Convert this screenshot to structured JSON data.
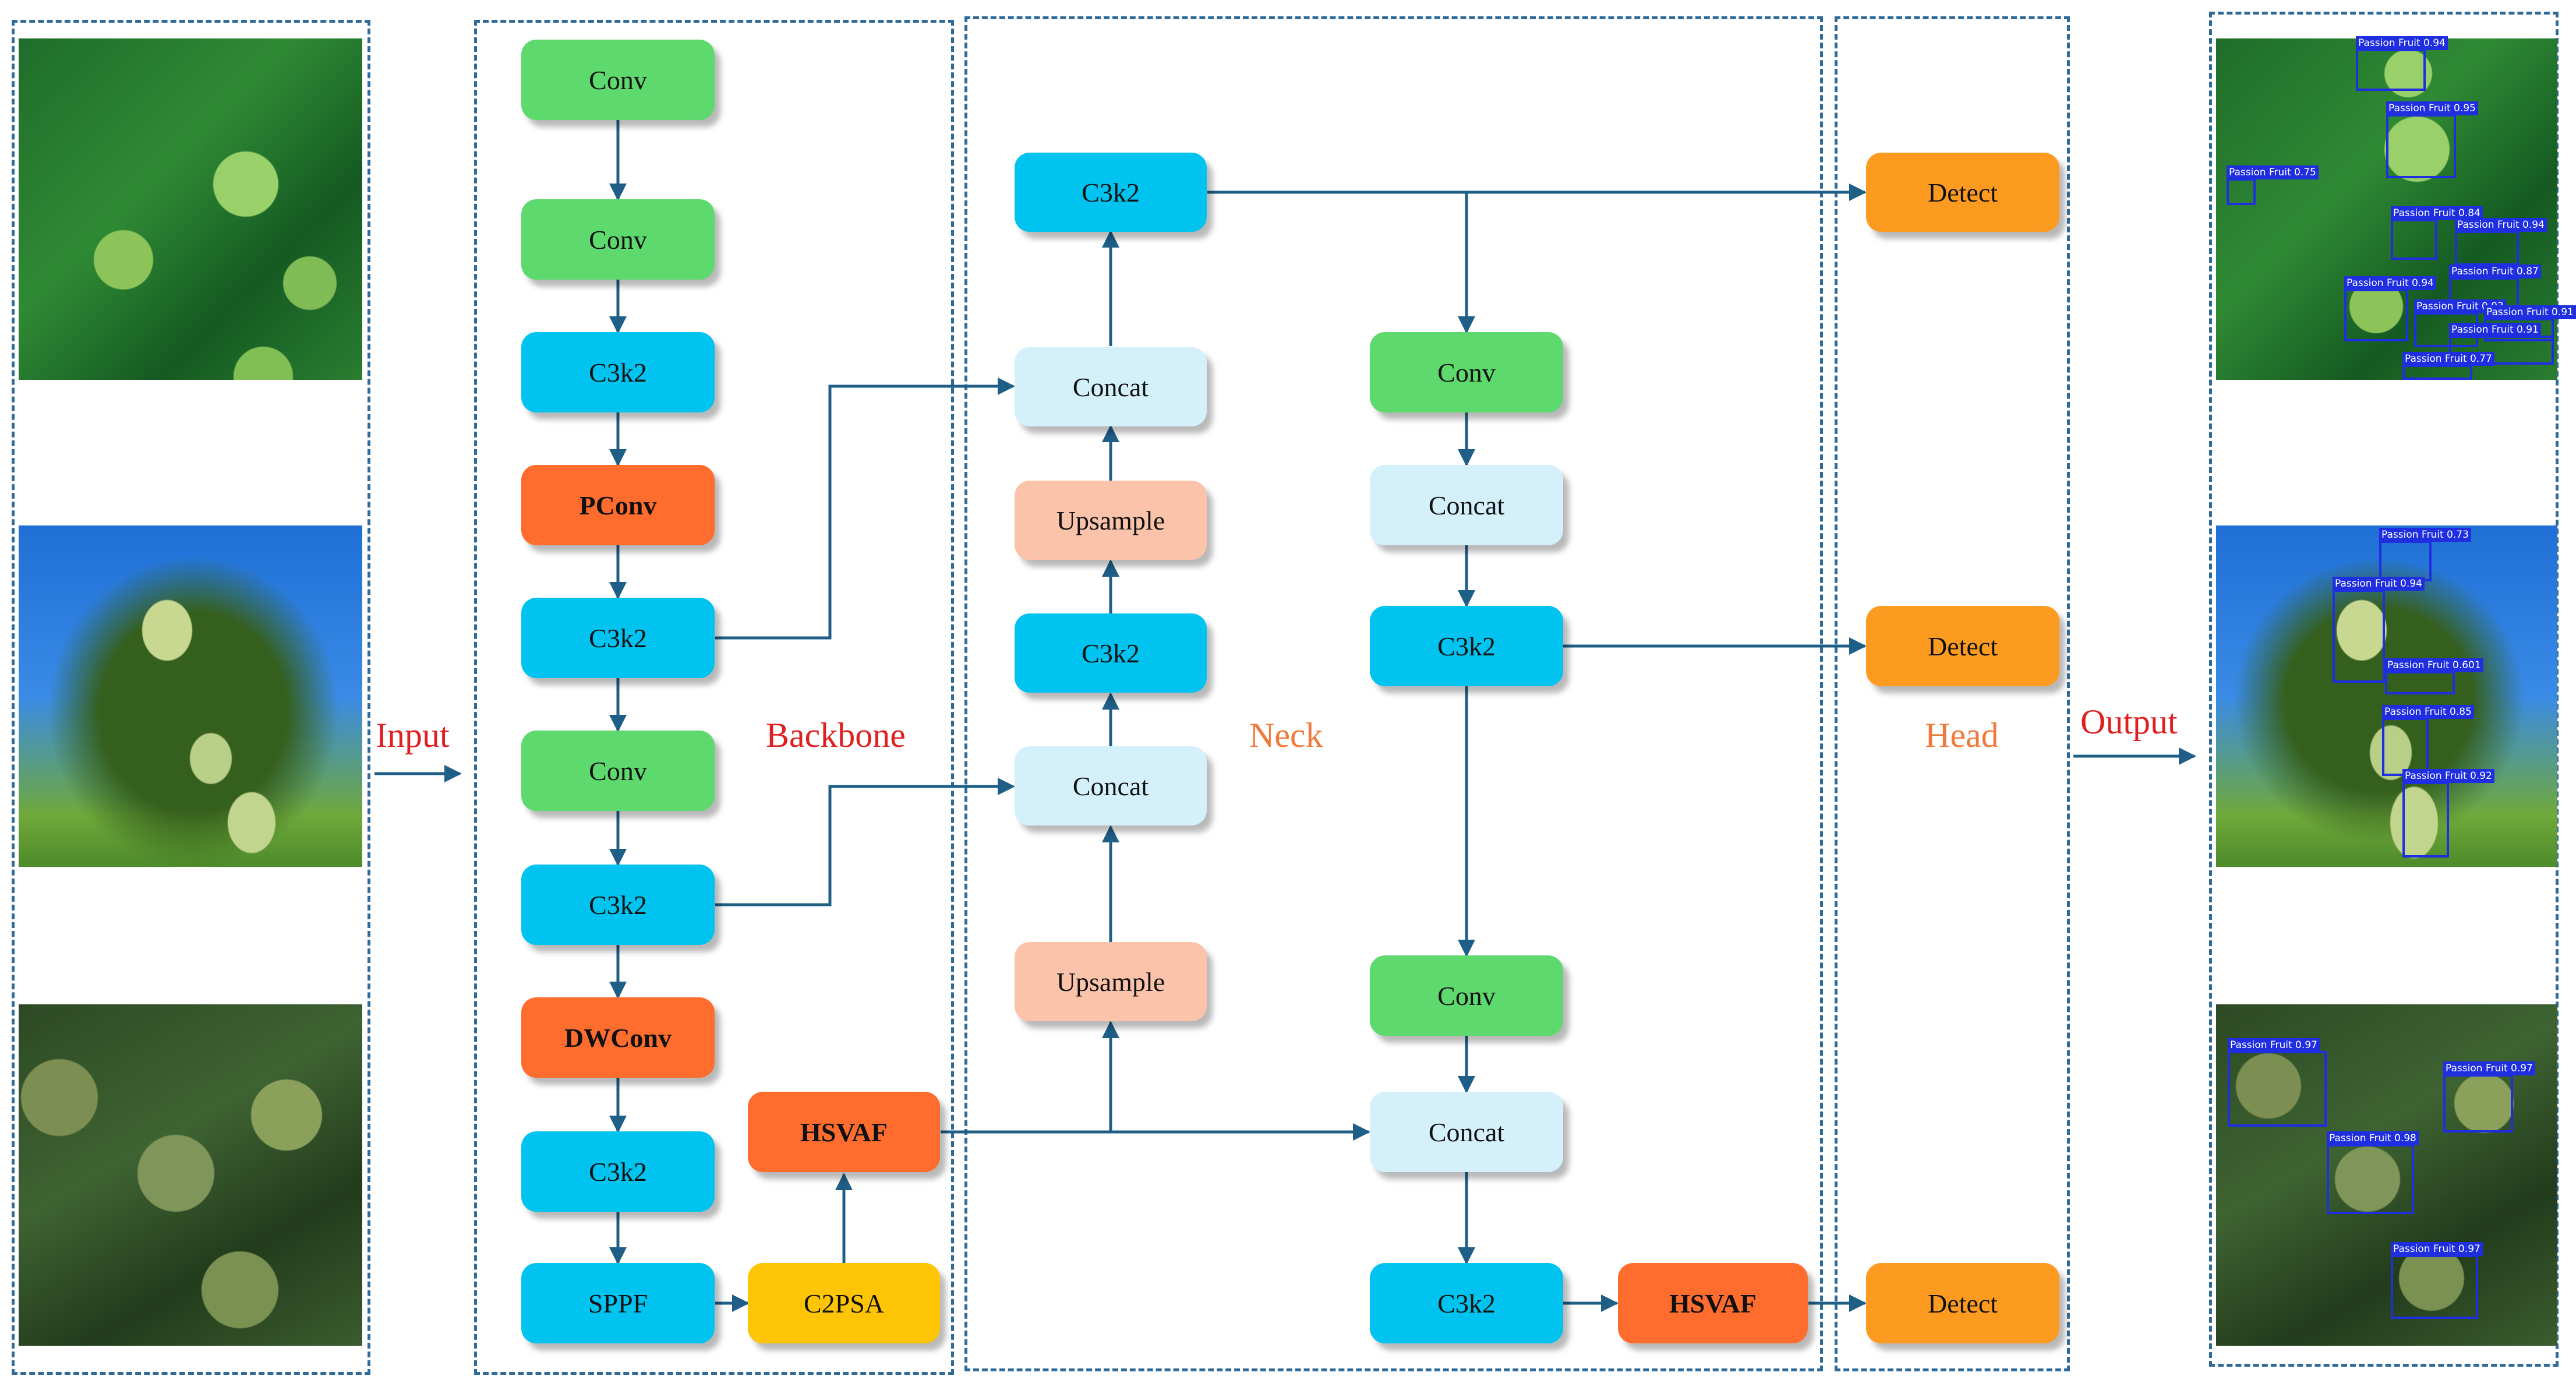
{
  "sections": {
    "input": "Input",
    "backbone": "Backbone",
    "neck": "Neck",
    "head": "Head",
    "output": "Output"
  },
  "backbone": [
    {
      "id": "b1",
      "label": "Conv",
      "kind": "green"
    },
    {
      "id": "b2",
      "label": "Conv",
      "kind": "green"
    },
    {
      "id": "b3",
      "label": "C3k2",
      "kind": "cyan"
    },
    {
      "id": "b4",
      "label": "PConv",
      "kind": "orange"
    },
    {
      "id": "b5",
      "label": "C3k2",
      "kind": "cyan"
    },
    {
      "id": "b6",
      "label": "Conv",
      "kind": "green"
    },
    {
      "id": "b7",
      "label": "C3k2",
      "kind": "cyan"
    },
    {
      "id": "b8",
      "label": "DWConv",
      "kind": "orange"
    },
    {
      "id": "b9",
      "label": "C3k2",
      "kind": "cyan"
    },
    {
      "id": "b10",
      "label": "SPPF",
      "kind": "cyan"
    },
    {
      "id": "b11",
      "label": "C2PSA",
      "kind": "yellow"
    },
    {
      "id": "b12",
      "label": "HSVAF",
      "kind": "orange"
    }
  ],
  "neck": [
    {
      "id": "n1",
      "label": "C3k2",
      "kind": "cyan"
    },
    {
      "id": "n2",
      "label": "Concat",
      "kind": "pale"
    },
    {
      "id": "n3",
      "label": "Upsample",
      "kind": "peach"
    },
    {
      "id": "n4",
      "label": "C3k2",
      "kind": "cyan"
    },
    {
      "id": "n5",
      "label": "Concat",
      "kind": "pale"
    },
    {
      "id": "n6",
      "label": "Upsample",
      "kind": "peach"
    },
    {
      "id": "n7",
      "label": "Conv",
      "kind": "green"
    },
    {
      "id": "n8",
      "label": "Concat",
      "kind": "pale"
    },
    {
      "id": "n9",
      "label": "C3k2",
      "kind": "cyan"
    },
    {
      "id": "n10",
      "label": "Conv",
      "kind": "green"
    },
    {
      "id": "n11",
      "label": "Concat",
      "kind": "pale"
    },
    {
      "id": "n12",
      "label": "C3k2",
      "kind": "cyan"
    },
    {
      "id": "n13",
      "label": "HSVAF",
      "kind": "orange"
    }
  ],
  "head": [
    {
      "id": "h1",
      "label": "Detect",
      "kind": "amber"
    },
    {
      "id": "h2",
      "label": "Detect",
      "kind": "amber"
    },
    {
      "id": "h3",
      "label": "Detect",
      "kind": "amber"
    }
  ],
  "output_detections": [
    [
      {
        "label": "Passion Fruit 0.94"
      },
      {
        "label": "Passion Fruit 0.95"
      },
      {
        "label": "Passion Fruit 0.75"
      },
      {
        "label": "Passion Fruit 0.84"
      },
      {
        "label": "Passion Fruit 0.94"
      },
      {
        "label": "Passion Fruit 0.87"
      },
      {
        "label": "Passion Fruit 0.94"
      },
      {
        "label": "Passion Fruit 0.93"
      },
      {
        "label": "Passion Fruit 0.91"
      },
      {
        "label": "Passion Fruit 0.91"
      },
      {
        "label": "Passion Fruit 0.77"
      }
    ],
    [
      {
        "label": "Passion Fruit 0.73"
      },
      {
        "label": "Passion Fruit 0.94"
      },
      {
        "label": "Passion Fruit 0.601"
      },
      {
        "label": "Passion Fruit 0.85"
      },
      {
        "label": "Passion Fruit 0.92"
      }
    ],
    [
      {
        "label": "Passion Fruit 0.97"
      },
      {
        "label": "Passion Fruit 0.97"
      },
      {
        "label": "Passion Fruit 0.98"
      },
      {
        "label": "Passion Fruit 0.97"
      }
    ]
  ],
  "colors": {
    "conv": "#5ed96e",
    "c3k2": "#00c3ef",
    "highlight": "#ff6d2e",
    "concat": "#d4f0fb",
    "upsample": "#fbc3aa",
    "c2psa": "#fec406",
    "detect": "#fd9b21",
    "arrow": "#1f5f87",
    "panel_border": "#2f6b9a",
    "input_output_text": "#e02020",
    "backbone_text": "#e02020",
    "neck_head_text": "#f07a3a",
    "detection_box": "#1f2fe0"
  },
  "icons": {
    "input_images": "passion-fruit-photo",
    "output_images": "passion-fruit-detection-photo"
  }
}
